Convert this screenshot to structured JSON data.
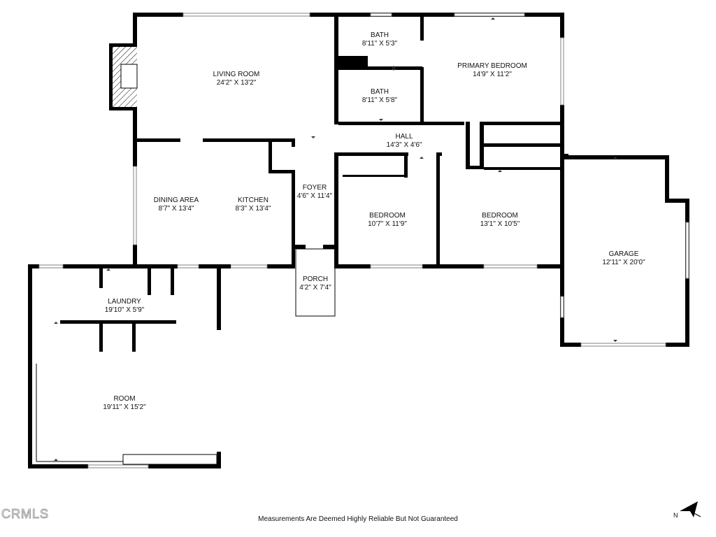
{
  "rooms": {
    "living_room": {
      "name": "LIVING ROOM",
      "dims": "24'2\" X 13'2\""
    },
    "bath_upper": {
      "name": "BATH",
      "dims": "8'11\" X 5'3\""
    },
    "bath_lower": {
      "name": "BATH",
      "dims": "8'11\" X 5'8\""
    },
    "primary_bedroom": {
      "name": "PRIMARY BEDROOM",
      "dims": "14'9\" X 11'2\""
    },
    "hall": {
      "name": "HALL",
      "dims": "14'3\" X 4'6\""
    },
    "dining_area": {
      "name": "DINING AREA",
      "dims": "8'7\" X 13'4\""
    },
    "kitchen": {
      "name": "KITCHEN",
      "dims": "8'3\" X 13'4\""
    },
    "foyer": {
      "name": "FOYER",
      "dims": "4'6\" X 11'4\""
    },
    "bedroom_left": {
      "name": "BEDROOM",
      "dims": "10'7\" X 11'9\""
    },
    "bedroom_right": {
      "name": "BEDROOM",
      "dims": "13'1\" X 10'5\""
    },
    "garage": {
      "name": "GARAGE",
      "dims": "12'11\" X 20'0\""
    },
    "porch": {
      "name": "PORCH",
      "dims": "4'2\" X 7'4\""
    },
    "laundry": {
      "name": "LAUNDRY",
      "dims": "19'10\" X 5'9\""
    },
    "room": {
      "name": "ROOM",
      "dims": "19'11\" X 15'2\""
    }
  },
  "footer": {
    "disclaimer": "Measurements Are Deemed Highly Reliable But Not Guaranteed",
    "logo": "CRMLS",
    "compass_letter": "N"
  },
  "colors": {
    "wall": "#000000",
    "background": "#ffffff"
  }
}
